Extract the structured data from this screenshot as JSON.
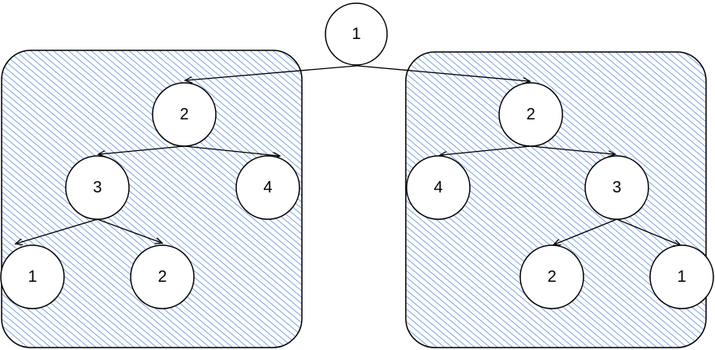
{
  "colors": {
    "hatch": "#4a7fd6",
    "box_border": "#000000",
    "node_fill": "#ffffff",
    "node_stroke": "#000000",
    "edge": "#000000"
  },
  "diagram": {
    "root": {
      "label": "1"
    },
    "left_subtree": {
      "root": {
        "label": "2"
      },
      "child_left": {
        "label": "3"
      },
      "child_right": {
        "label": "4"
      },
      "grandchild_left": {
        "label": "1"
      },
      "grandchild_right": {
        "label": "2"
      }
    },
    "right_subtree": {
      "root": {
        "label": "2"
      },
      "child_left": {
        "label": "4"
      },
      "child_right": {
        "label": "3"
      },
      "grandchild_left": {
        "label": "2"
      },
      "grandchild_right": {
        "label": "1"
      }
    }
  }
}
